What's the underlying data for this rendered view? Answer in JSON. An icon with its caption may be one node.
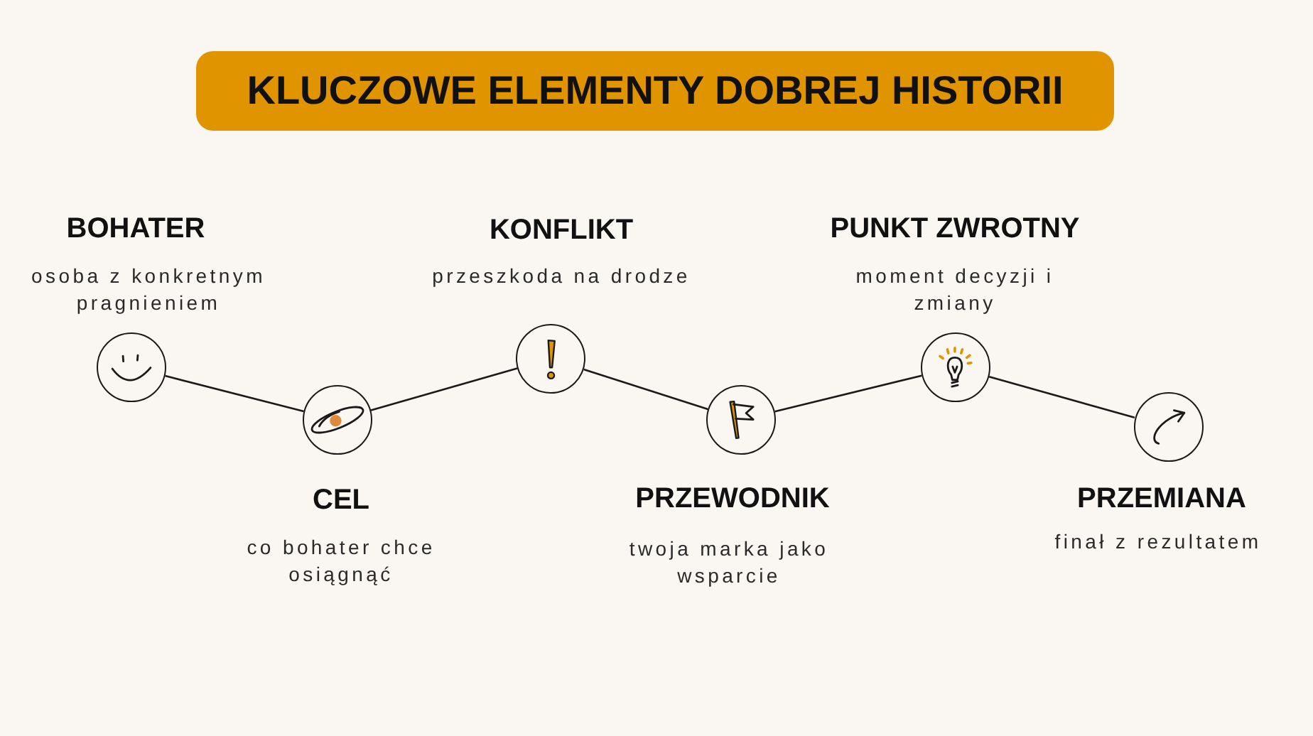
{
  "diagram": {
    "title": "KLUCZOWE ELEMENTY DOBREJ HISTORII",
    "nodes": [
      {
        "text": [],
        "shape": "circle",
        "beside": [
          "BOHATER",
          "osoba z konkretnym pragnieniem"
        ]
      },
      {
        "text": [],
        "shape": "circle",
        "beside": [
          "CEL",
          "co bohater chce osiągnąć"
        ]
      },
      {
        "text": [],
        "shape": "circle",
        "beside": [
          "KONFLIKT",
          "przeszkoda na drodze"
        ]
      },
      {
        "text": [],
        "shape": "circle",
        "beside": [
          "PRZEWODNIK",
          "twoja marka jako wsparcie"
        ]
      },
      {
        "text": [],
        "shape": "circle",
        "beside": [
          "PUNKT ZWROTNY",
          "moment decyzji i zmiany"
        ]
      },
      {
        "text": [],
        "shape": "circle",
        "beside": [
          "PRZEMIANA",
          "finał z rezultatem"
        ]
      }
    ],
    "edges": [
      {
        "from": 0,
        "to": 1,
        "arrow": "none"
      },
      {
        "from": 1,
        "to": 2,
        "arrow": "none"
      },
      {
        "from": 2,
        "to": 3,
        "arrow": "none"
      },
      {
        "from": 3,
        "to": 4,
        "arrow": "none"
      },
      {
        "from": 4,
        "to": 5,
        "arrow": "none"
      }
    ]
  }
}
